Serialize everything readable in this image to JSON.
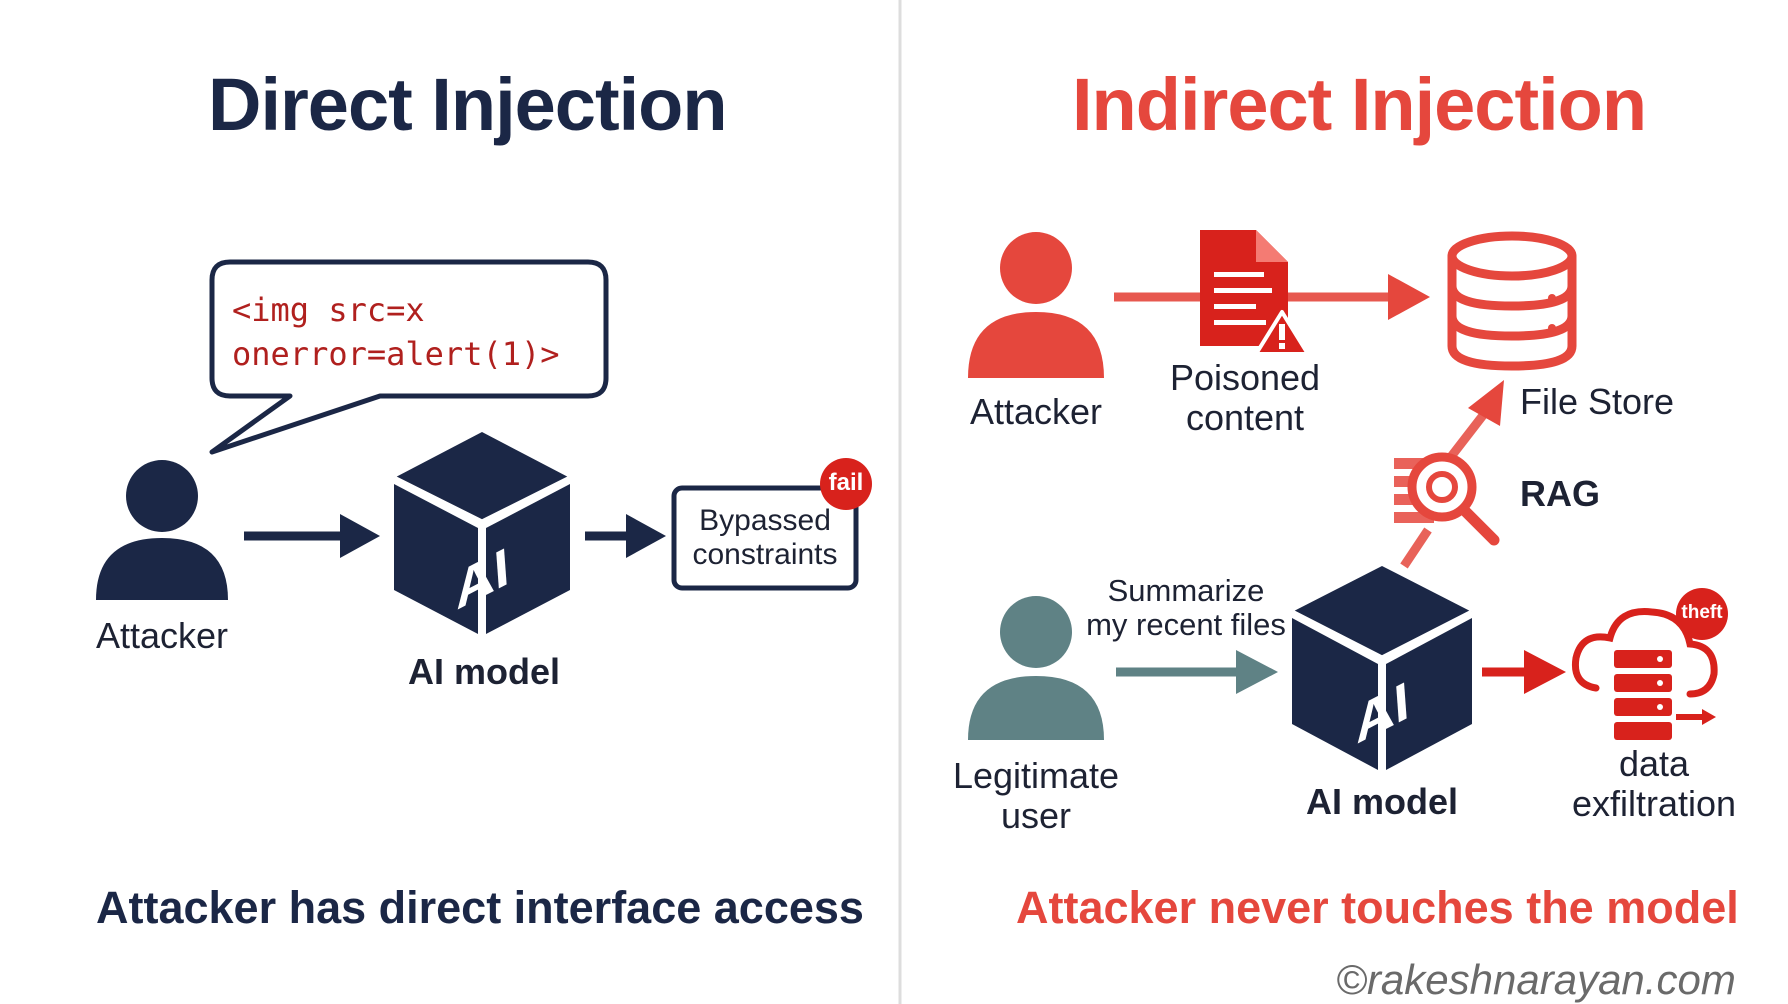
{
  "left": {
    "title": "Direct Injection",
    "code_line1": "<img src=x",
    "code_line2": "onerror=alert(1)>",
    "attacker_label": "Attacker",
    "cube_text": "AI",
    "model_label": "AI model",
    "result_line1": "Bypassed",
    "result_line2": "constraints",
    "badge": "fail",
    "caption": "Attacker has direct interface access"
  },
  "right": {
    "title": "Indirect Injection",
    "attacker_label": "Attacker",
    "poisoned_line1": "Poisoned",
    "poisoned_line2": "content",
    "file_store_label": "File Store",
    "rag_label": "RAG",
    "prompt_line1": "Summarize",
    "prompt_line2": "my recent files",
    "user_line1": "Legitimate",
    "user_line2": "user",
    "cube_text": "AI",
    "model_label": "AI model",
    "badge": "theft",
    "exfil_line1": "data",
    "exfil_line2": "exfiltration",
    "caption": "Attacker never touches the model"
  },
  "watermark": "©rakeshnarayan.com",
  "colors": {
    "navy": "#1b2746",
    "red": "#e5473d",
    "dark_red": "#c91d1d",
    "teal": "#5f8285",
    "divider": "#dddddd"
  },
  "icons": [
    "person-icon",
    "speech-bubble",
    "ai-cube-icon",
    "document-icon",
    "warning-icon",
    "database-icon",
    "search-icon",
    "cloud-server-icon"
  ]
}
